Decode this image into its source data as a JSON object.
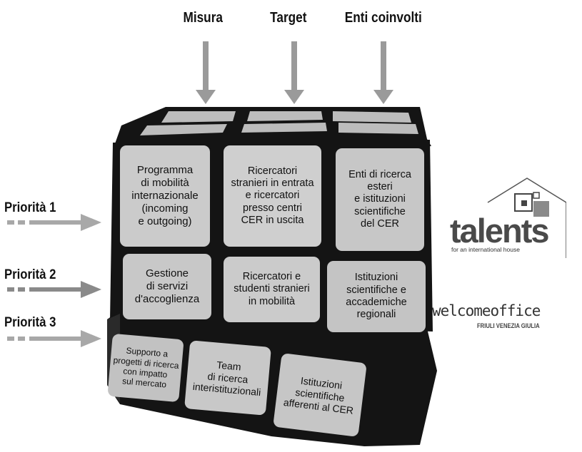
{
  "columns": [
    "Misura",
    "Target",
    "Enti coinvolti"
  ],
  "priorities": [
    "Priorità 1",
    "Priorità 2",
    "Priorità 3"
  ],
  "cells": {
    "r1c1": "Programma\ndi mobilità\ninternazionale\n(incoming\ne outgoing)",
    "r1c2": "Ricercatori\nstranieri in entrata\ne ricercatori\npresso centri\nCER in uscita",
    "r1c3": "Enti di ricerca\nesteri\ne istituzioni\nscientifiche\ndel CER",
    "r2c1": "Gestione\ndi servizi\nd'accoglienza",
    "r2c2": "Ricercatori e\nstudenti stranieri\nin mobilità",
    "r2c3": "Istituzioni\nscientifiche e\naccademiche\nregionali",
    "r3c1": "Supporto a\nprogetti di ricerca\ncon impatto\nsul mercato",
    "r3c2": "Team\ndi ricerca\ninteristituzionali",
    "r3c3": "Istituzioni\nscientifiche\nafferenti al CER"
  },
  "logos": {
    "talents": {
      "word": "talents",
      "tagline": "for an international house"
    },
    "welcome": {
      "word": "welcomeoffice",
      "tagline": "FRIULI VENEZIA GIULIA"
    }
  },
  "colors": {
    "arrow": "#9a9a9a",
    "cube_body": "#141414",
    "sticker": "#c8c8c8"
  }
}
